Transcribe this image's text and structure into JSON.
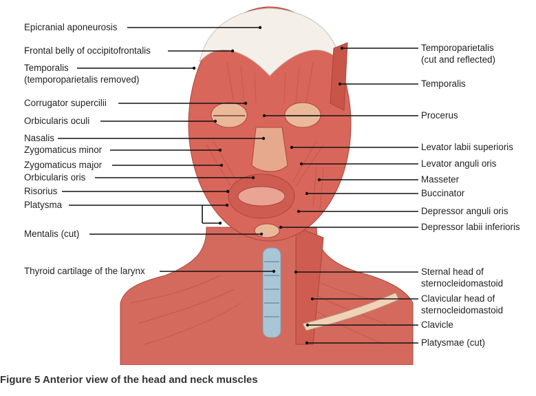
{
  "labels_left": [
    "Epicranial aponeurosis",
    "Frontal belly of occipitofrontalis",
    "Temporalis",
    "(temporoparietalis removed)",
    "Corrugator supercilii",
    "Orbicularis oculi",
    "Nasalis",
    "Zygomaticus minor",
    "Zygomaticus major",
    "Orbicularis oris",
    "Risorius",
    "Platysma",
    "Mentalis (cut)",
    "Thyroid cartilage of the larynx"
  ],
  "labels_right": [
    "Temporoparietalis",
    "(cut and reflected)",
    "Temporalis",
    "Procerus",
    "Levator labii superioris",
    "Levator anguli oris",
    "Masseter",
    "Buccinator",
    "Depressor anguli oris",
    "Depressor labii inferioris",
    "Sternal head of",
    "sternocleidomastoid",
    "Clavicular head of",
    "sternocleidomastoid",
    "Clavicle",
    "Platysmae (cut)"
  ],
  "caption": "Figure 5 Anterior view of the head and neck muscles",
  "colors": {
    "muscle": "#d9665a",
    "muscle_dark": "#b94a42",
    "aponeurosis": "#f4efe9",
    "cartilage": "#a9c6d6",
    "skin_tone": "#e9b99a",
    "leader": "#111111"
  }
}
